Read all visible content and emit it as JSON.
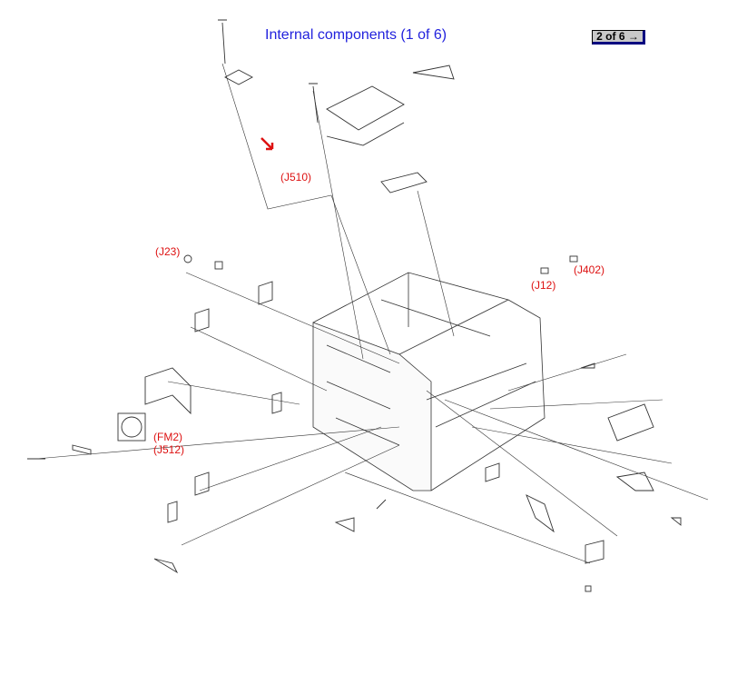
{
  "header": {
    "title": "Internal components (1 of 6)",
    "next_button": "2 of 6 →"
  },
  "callouts": {
    "j510": "(J510)",
    "j23": "(J23)",
    "j12": "(J12)",
    "j402": "(J402)",
    "fm2": "(FM2)",
    "j512": "(J512)"
  },
  "colors": {
    "title": "#2222dd",
    "callout": "#dd1111",
    "arrow": "#dd1111"
  }
}
